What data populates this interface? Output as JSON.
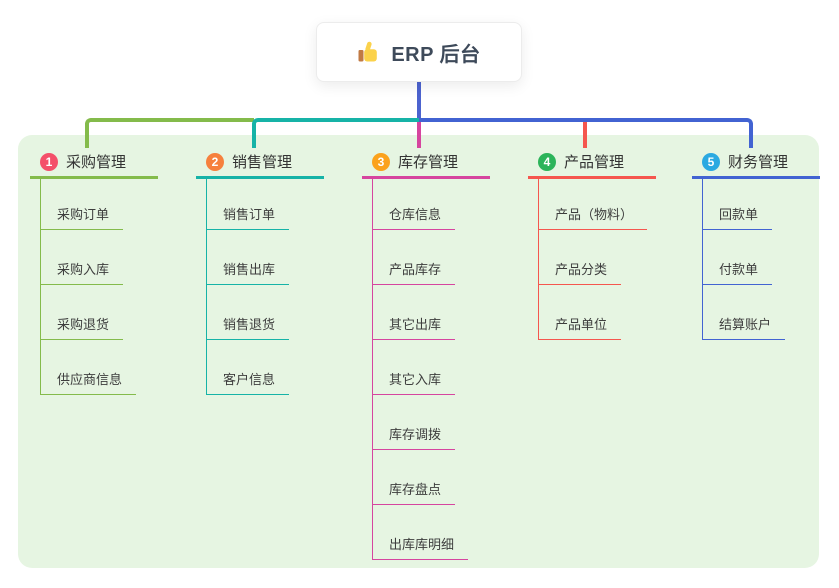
{
  "root": {
    "icon": "thumbs-up-icon",
    "title": "ERP 后台"
  },
  "panel_color": "#e6f5e2",
  "connector_colors": {
    "root_line": "#4c63cf"
  },
  "branches": [
    {
      "number": "1",
      "label": "采购管理",
      "line_color": "#84bb4b",
      "badge_color": "#f4506a",
      "children": [
        "采购订单",
        "采购入库",
        "采购退货",
        "供应商信息"
      ]
    },
    {
      "number": "2",
      "label": "销售管理",
      "line_color": "#16b3a7",
      "badge_color": "#f6803d",
      "children": [
        "销售订单",
        "销售出库",
        "销售退货",
        "客户信息"
      ]
    },
    {
      "number": "3",
      "label": "库存管理",
      "line_color": "#d6459f",
      "badge_color": "#fba21c",
      "children": [
        "仓库信息",
        "产品库存",
        "其它出库",
        "其它入库",
        "库存调拨",
        "库存盘点",
        "出库库明细"
      ]
    },
    {
      "number": "4",
      "label": "产品管理",
      "line_color": "#f5564e",
      "badge_color": "#2cb45a",
      "children": [
        "产品（物料）",
        "产品分类",
        "产品单位"
      ]
    },
    {
      "number": "5",
      "label": "财务管理",
      "line_color": "#4263d2",
      "badge_color": "#2ba9e1",
      "children": [
        "回款单",
        "付款单",
        "结算账户"
      ]
    }
  ]
}
